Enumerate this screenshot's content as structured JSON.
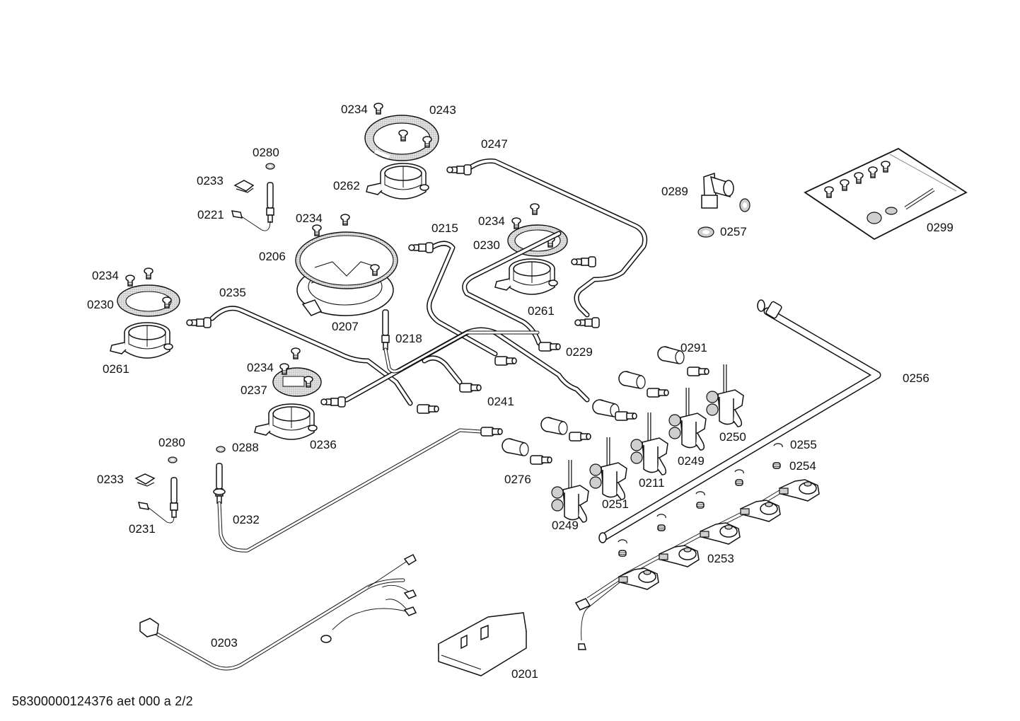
{
  "diagram": {
    "title": "Exploded parts view - gas hob",
    "footer_text": "58300000124376 aet 000 a 2/2",
    "labels": {
      "p0234_a": "0234",
      "p0243": "0243",
      "p0247": "0247",
      "p0280_a": "0280",
      "p0233_a": "0233",
      "p0262": "0262",
      "p0221": "0221",
      "p0234_b": "0234",
      "p0215": "0215",
      "p0234_c": "0234",
      "p0230_a": "0230",
      "p0206": "0206",
      "p0289": "0289",
      "p0257": "0257",
      "p0299": "0299",
      "p0234_d": "0234",
      "p0230_b": "0230",
      "p0235": "0235",
      "p0261_a": "0261",
      "p0207": "0207",
      "p0261_b": "0261",
      "p0218": "0218",
      "p0229": "0229",
      "p0291": "0291",
      "p0256": "0256",
      "p0234_e": "0234",
      "p0237": "0237",
      "p0241": "0241",
      "p0236": "0236",
      "p0250": "0250",
      "p0280_b": "0280",
      "p0288": "0288",
      "p0249_a": "0249",
      "p0255": "0255",
      "p0254": "0254",
      "p0233_b": "0233",
      "p0276": "0276",
      "p0211": "0211",
      "p0251": "0251",
      "p0231": "0231",
      "p0232": "0232",
      "p0249_b": "0249",
      "p0253": "0253",
      "p0203": "0203",
      "p0201": "0201"
    }
  }
}
